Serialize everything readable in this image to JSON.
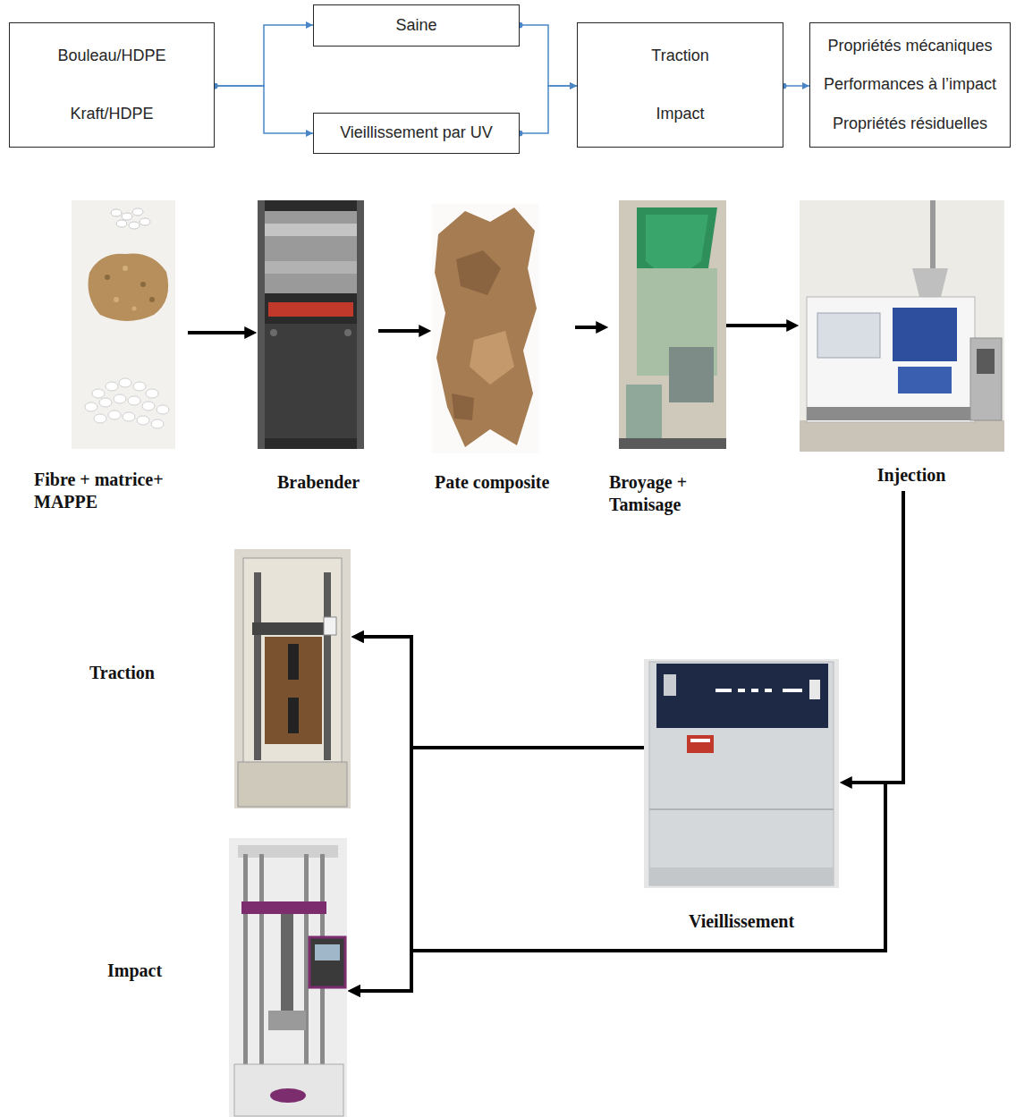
{
  "diagram": {
    "nodes": [
      {
        "text": [
          "Bouleau/HDPE",
          "Kraft/HDPE"
        ]
      },
      {
        "text": [
          "Saine"
        ]
      },
      {
        "text": [
          "Vieillissement par UV"
        ]
      },
      {
        "text": [
          "Traction",
          "Impact"
        ]
      },
      {
        "text": [
          "Propriétés mécaniques",
          "Performances à l’impact",
          "Propriétés résiduelles"
        ]
      },
      {
        "text": [
          "Fibre + matrice+ MAPPE"
        ]
      },
      {
        "text": [
          "Brabender"
        ]
      },
      {
        "text": [
          "Pate composite"
        ]
      },
      {
        "text": [
          "Broyage + Tamisage"
        ]
      },
      {
        "text": [
          "Injection"
        ]
      },
      {
        "text": [
          "Traction"
        ]
      },
      {
        "text": [
          "Vieillissement"
        ]
      },
      {
        "text": [
          "Impact"
        ]
      }
    ],
    "edges": [
      {
        "from": 0,
        "to": 1,
        "arrow": "to"
      },
      {
        "from": 0,
        "to": 2,
        "arrow": "to"
      },
      {
        "from": 1,
        "to": 3,
        "arrow": "to"
      },
      {
        "from": 2,
        "to": 3,
        "arrow": "to"
      },
      {
        "from": 3,
        "to": 4,
        "arrow": "to"
      },
      {
        "from": 5,
        "to": 6,
        "arrow": "to"
      },
      {
        "from": 6,
        "to": 7,
        "arrow": "to"
      },
      {
        "from": 7,
        "to": 8,
        "arrow": "to"
      },
      {
        "from": 8,
        "to": 9,
        "arrow": "to"
      },
      {
        "from": 9,
        "to": 11,
        "arrow": "to"
      },
      {
        "from": 9,
        "to": 10,
        "arrow": "to"
      },
      {
        "from": 9,
        "to": 12,
        "arrow": "to"
      },
      {
        "from": 11,
        "to": 10,
        "arrow": "to"
      },
      {
        "from": 11,
        "to": 12,
        "arrow": "to"
      }
    ]
  }
}
